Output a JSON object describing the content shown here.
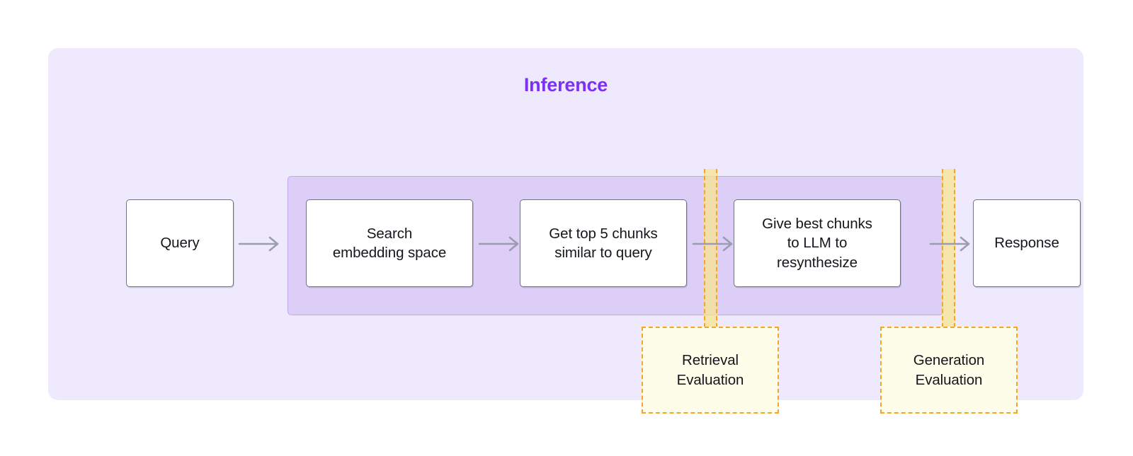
{
  "diagram": {
    "title": "Inference",
    "colors": {
      "outer_panel": "#efe9fd",
      "inner_region": "#ddcef8",
      "title_text": "#7b2ff7",
      "box_border": "#6f7383",
      "box_fill": "#ffffff",
      "eval_border": "#f5a623",
      "eval_fill": "#fdfdea",
      "eval_band": "#f8e48c",
      "arrow": "#9a9db0"
    },
    "process_steps": [
      {
        "id": "query",
        "label": "Query",
        "inside_inference": false
      },
      {
        "id": "search",
        "label": "Search\nembedding space",
        "inside_inference": true
      },
      {
        "id": "topk",
        "label": "Get top 5 chunks\nsimilar to query",
        "inside_inference": true
      },
      {
        "id": "llm",
        "label": "Give best chunks\nto LLM to\nresynthesize",
        "inside_inference": true
      },
      {
        "id": "response",
        "label": "Response",
        "inside_inference": false
      }
    ],
    "arrows": [
      {
        "id": "arrow-query-to-search",
        "from": "query",
        "to": "search"
      },
      {
        "id": "arrow-search-to-topk",
        "from": "search",
        "to": "topk"
      },
      {
        "id": "arrow-topk-to-llm",
        "from": "topk",
        "to": "llm"
      },
      {
        "id": "arrow-llm-to-response",
        "from": "llm",
        "to": "response"
      }
    ],
    "evaluations": [
      {
        "id": "retrieval",
        "label": "Retrieval\nEvaluation",
        "measures_after": "topk"
      },
      {
        "id": "generation",
        "label": "Generation\nEvaluation",
        "measures_after": "llm"
      }
    ]
  }
}
